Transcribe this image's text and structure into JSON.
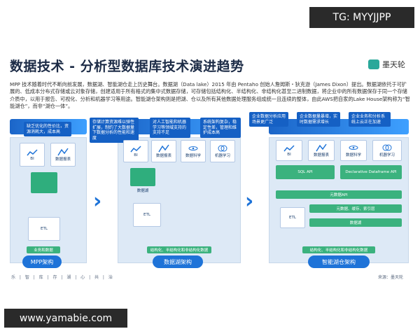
{
  "watermark_top": "TG: MYYJJPP",
  "title": "数据技术 - 分析型数据库技术演进趋势",
  "logo_text": "墨天轮",
  "intro": "MPP 技术随着时代不断向前发展，数据湖、智能湖仓走上历史舞台。数据湖（Data lake）2015 年由 Pentaho 创始人詹姆斯・狄克逊（James Dixon）提出。数据湖依托于可扩展的、低成本分布式存储或云对象存储，创建适用于所有格式的集中式数据存储，可存储包括结构化、半结构化、非结构化甚至二进制数据，将企业中的所有数据保存于同一个存储介质中，以用于报告、可视化、分析和机器学习等用途。智能湖仓架构则是把湖、仓以及所有其他数据处理服务组成统一且连续的整体，由此AWS把自家的Lake House架构称为“智能湖仓”，而非“湖仓一体”。",
  "panels": {
    "mpp": {
      "label": "MPP架构",
      "callout": "缺乏优化的性价比，资源消耗大，成本高",
      "tiles": [
        "BI",
        "数据报表"
      ],
      "etl": "ETL",
      "source": "业务和数据"
    },
    "lake": {
      "label": "数据湖架构",
      "callouts": [
        "存储计算资源难以弹性扩展，制约了大数据量下数据分析的性能和速度",
        "对人工智能和机器学习等领域支持的支持不足",
        "系统架构复杂，稳定性差，管理和维护成本高"
      ],
      "tiles": [
        "BI",
        "数据报表",
        "数据科学",
        "机器学习"
      ],
      "mid": "数据湖",
      "etl": "ETL",
      "source": "结构化、半结构化和非结构化数据"
    },
    "smart": {
      "label": "智能湖仓架构",
      "callouts": [
        "企业数据分析应用场景更广泛",
        "企业数据量暴增，实时数据需求增长",
        "企业业务和分析系统上云正在加速"
      ],
      "tiles": [
        "BI",
        "数据报表",
        "数据科学",
        "机器学习"
      ],
      "sql_api": "SQL API",
      "declarative": "Declarative Dataframe API",
      "meta": "元数据API",
      "bars": [
        "元数据、缓存、索引层",
        "数据湖"
      ],
      "etl": "ETL",
      "source": "结构化、半结构化和非结构化数据"
    }
  },
  "bottom_tags": "乐 | 智 | 库 | 存 | 湖 | 心 | 共 | 治",
  "source_note": "来源：墨天轮",
  "watermark_bottom": "www.yamabie.com"
}
